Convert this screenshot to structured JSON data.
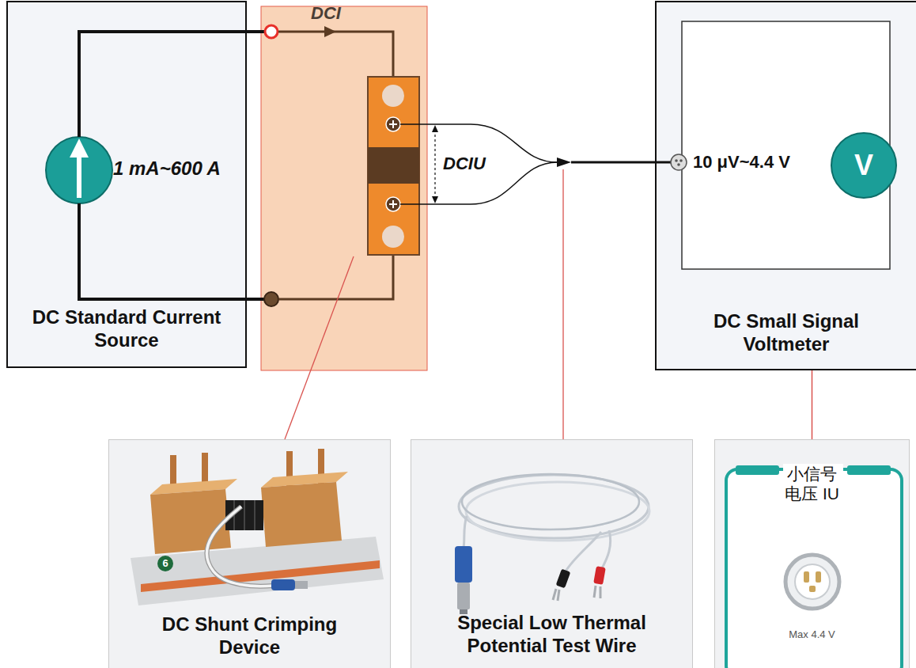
{
  "diagram": {
    "nodes": [
      {
        "text": [
          "DC Standard Current Source"
        ]
      },
      {
        "text": [
          "DC Small Signal Voltmeter"
        ]
      },
      {
        "text": [
          "V"
        ],
        "in": 1
      },
      {
        "text": [
          "DC Shunt Crimping Device"
        ]
      },
      {
        "text": [
          "Special Low Thermal Potential Test Wire"
        ]
      },
      {
        "text": [
          "小信号 电压 IU",
          "Max 4.4 V"
        ]
      }
    ],
    "edges": [
      {
        "from": 1,
        "to": 5,
        "arrow": "none"
      }
    ],
    "labels": [
      "1 mA~600 A",
      "DCI",
      "DCIU",
      "10 μV~4.4 V",
      "6"
    ]
  }
}
